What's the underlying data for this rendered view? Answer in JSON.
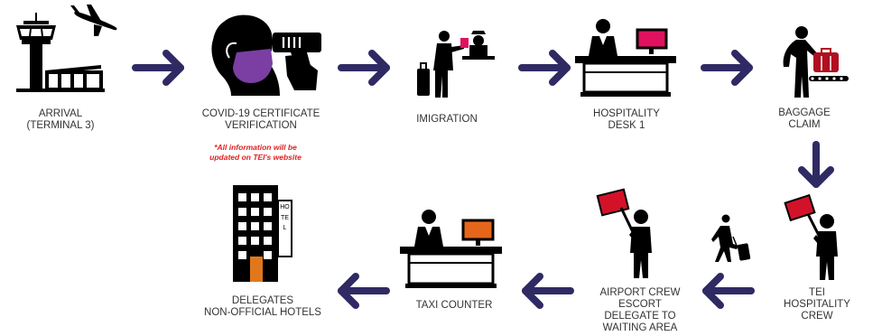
{
  "colors": {
    "arrow": "#2f2a63",
    "icon": "#000000",
    "mask": "#7b3fa3",
    "screen_pink": "#e0115f",
    "screen_orange": "#e5661a",
    "flag_red": "#d3122a",
    "luggage_red": "#b01020",
    "window_orange": "#e0781b",
    "note_red": "#e02020"
  },
  "steps": {
    "arrival": "ARRIVAL\n(TERMINAL 3)",
    "covid": "COVID-19 CERTIFICATE\nVERIFICATION",
    "immigration": "IMIGRATION",
    "hospitality_desk": "HOSPITALITY\nDESK 1",
    "baggage": "BAGGAGE CLAIM",
    "tei_crew": "TEI HOSPITALITY\nCREW",
    "airport_crew": "AIRPORT CREW\nESCORT\nDELEGATE TO\nWAITING AREA",
    "taxi": "TAXI COUNTER",
    "hotels": "DELEGATES\nNON-OFFICIAL HOTELS"
  },
  "note": "*All information will be\nupdated on TEI's website",
  "hotel_sign": "HOTEL",
  "icons": [
    "control-tower-icon",
    "airplane-icon",
    "temperature-scanner-icon",
    "immigration-officer-icon",
    "reception-desk-icon",
    "baggage-claim-icon",
    "flag-crew-icon",
    "walking-traveler-icon",
    "hotel-building-icon"
  ]
}
